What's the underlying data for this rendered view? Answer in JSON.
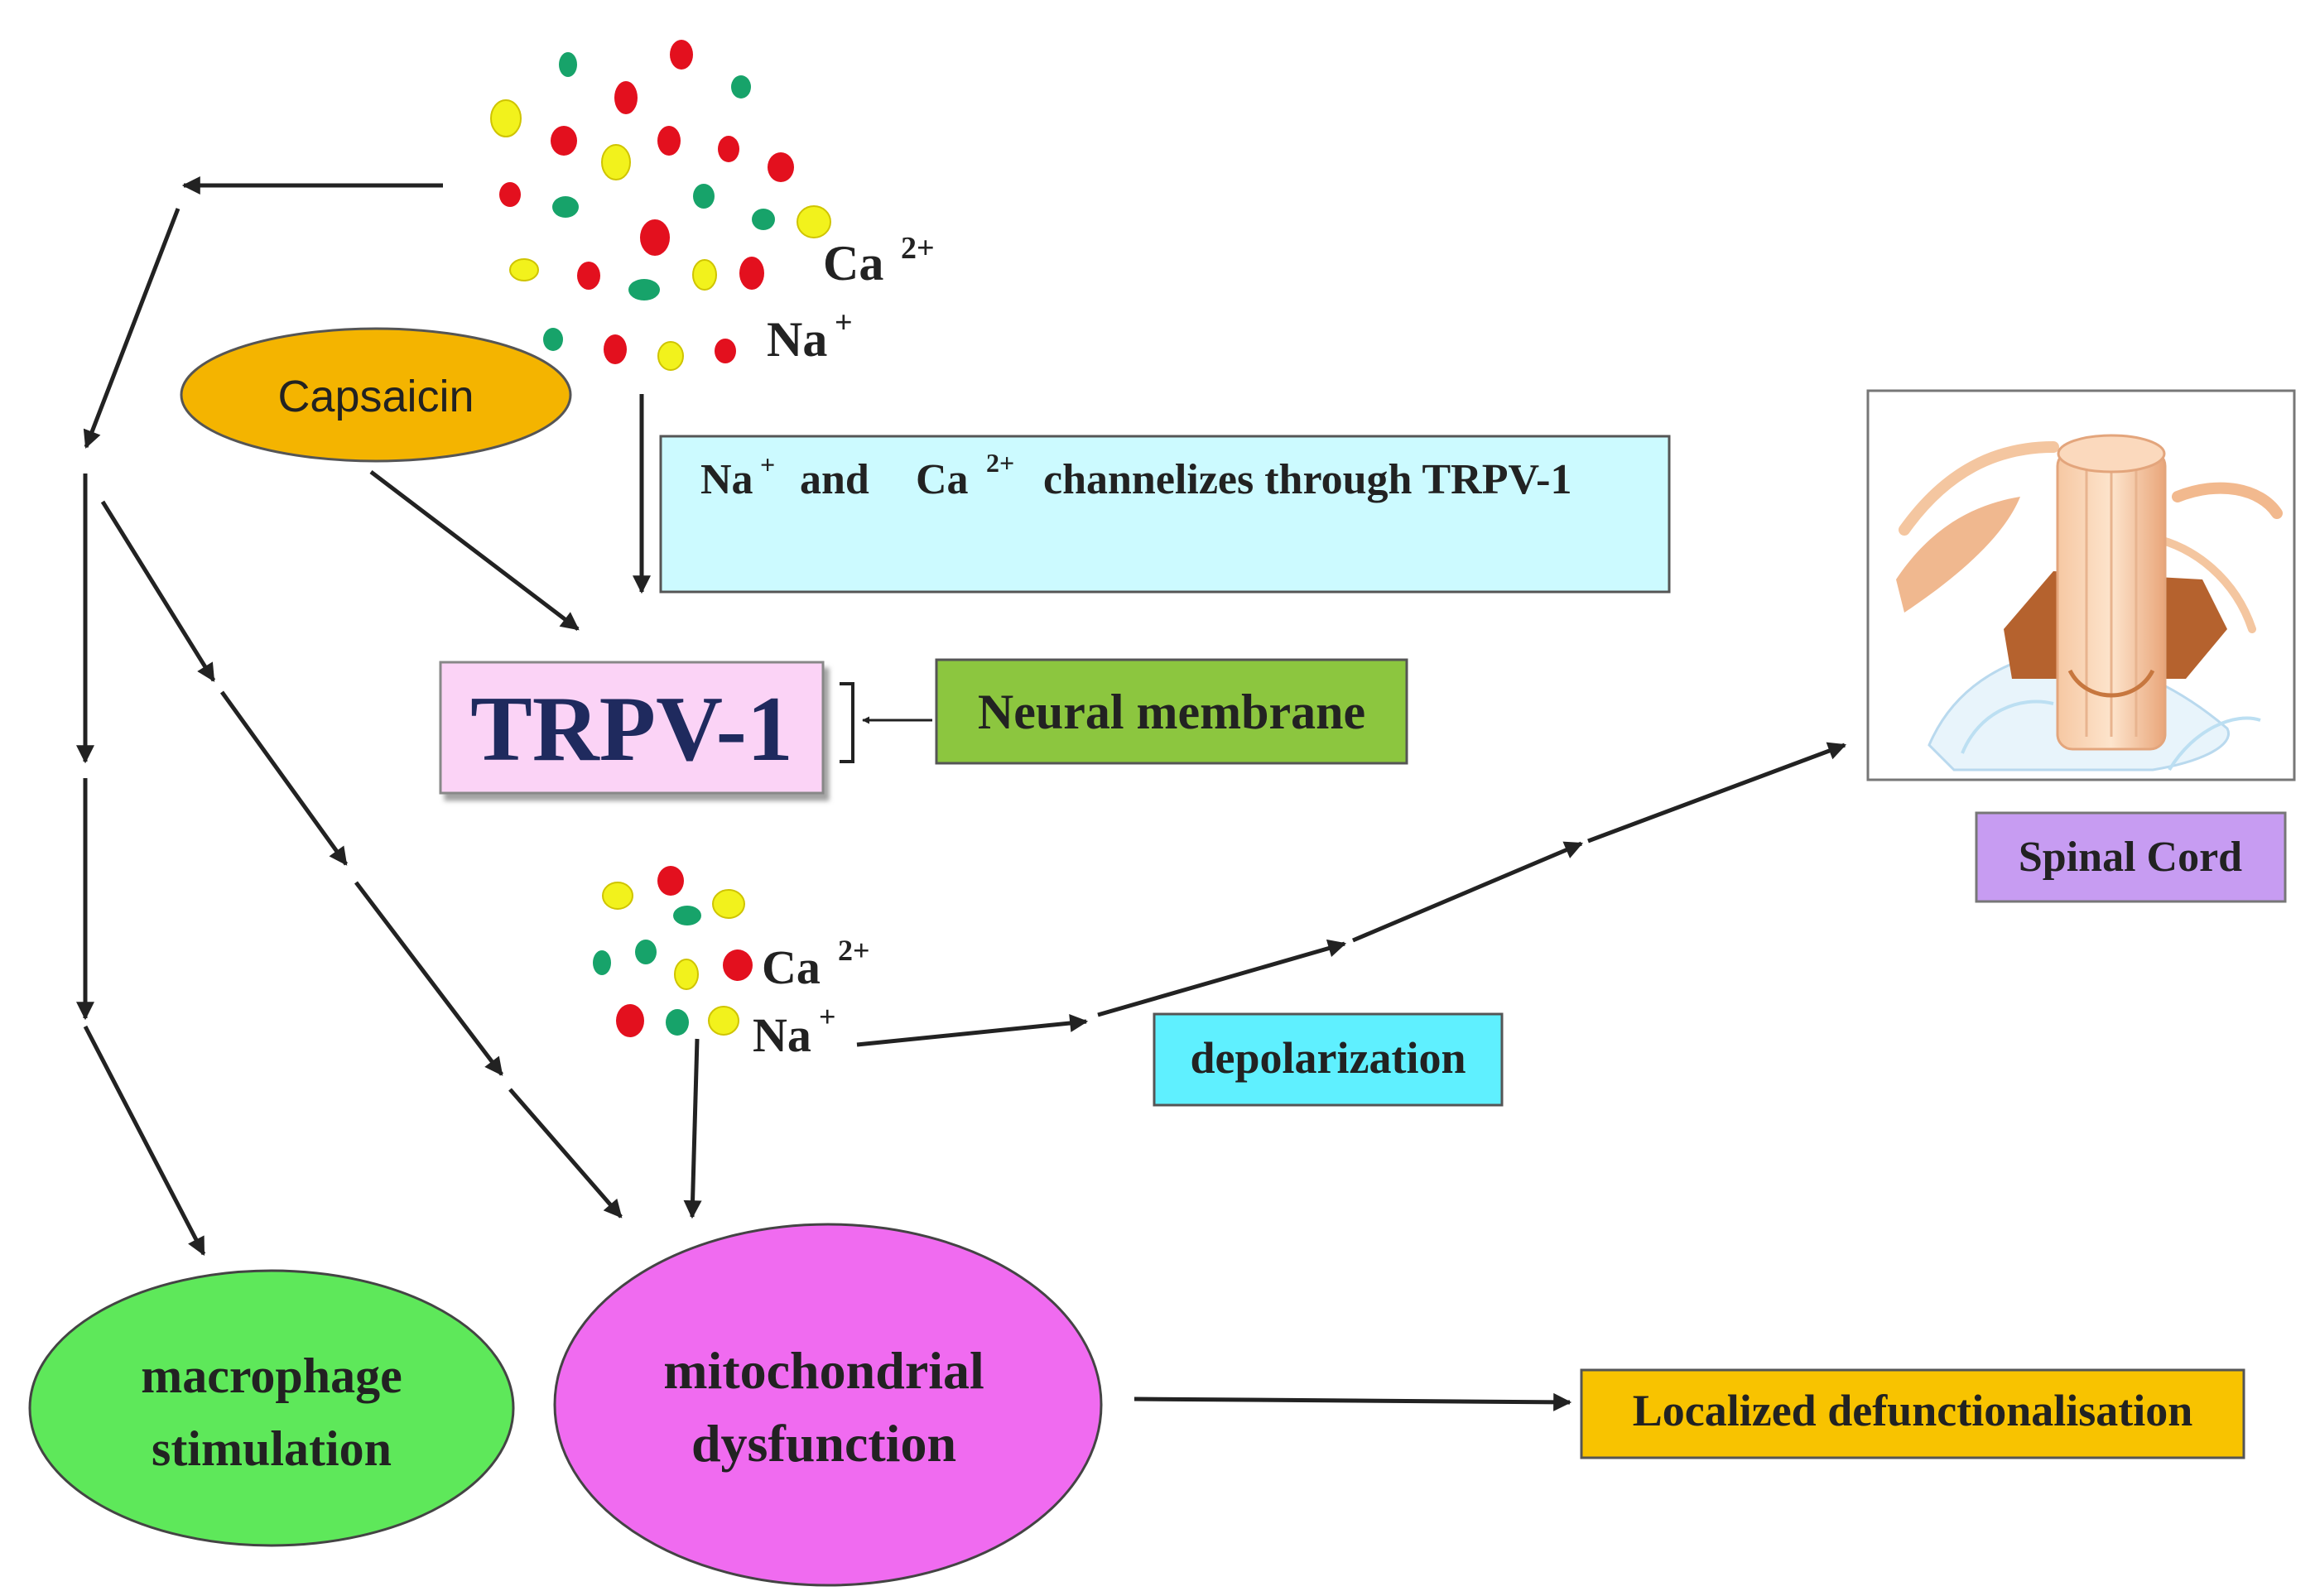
{
  "labels": {
    "capsaicin": "Capsaicin",
    "channel_note_na": "Na",
    "channel_note_and": "and",
    "channel_note_ca": "Ca",
    "channel_note_rest": "channelizes through TRPV-1",
    "trpv1": "TRPV-1",
    "neural_membrane": "Neural membrane",
    "spinal_cord": "Spinal Cord",
    "depolarization": "depolarization",
    "macrophage_line1": "macrophage",
    "macrophage_line2": "stimulation",
    "mito_line1": "mitochondrial",
    "mito_line2": "dysfunction",
    "localized": "Localized defunctionalisation",
    "ion_ca": "Ca",
    "ion_ca_charge": "2+",
    "ion_na": "Na",
    "ion_na_charge": "+"
  },
  "colors": {
    "capsaicin_fill": "#f4b400",
    "channel_box_fill": "#ccfaff",
    "trpv1_fill": "#fbd3f6",
    "trpv1_text": "#1f2a5e",
    "neural_membrane_fill": "#8cc63f",
    "spinal_cord_fill": "#c79cf2",
    "depolarization_fill": "#5ff0ff",
    "macrophage_fill": "#5ee85a",
    "mito_fill": "#f06bf0",
    "localized_fill": "#f8c300",
    "ion_red": "#e3101e",
    "ion_green": "#17a36a",
    "ion_yellow": "#f2f21c"
  },
  "icons": {
    "spinal_cord_image": "spinal-cord-illustration"
  }
}
